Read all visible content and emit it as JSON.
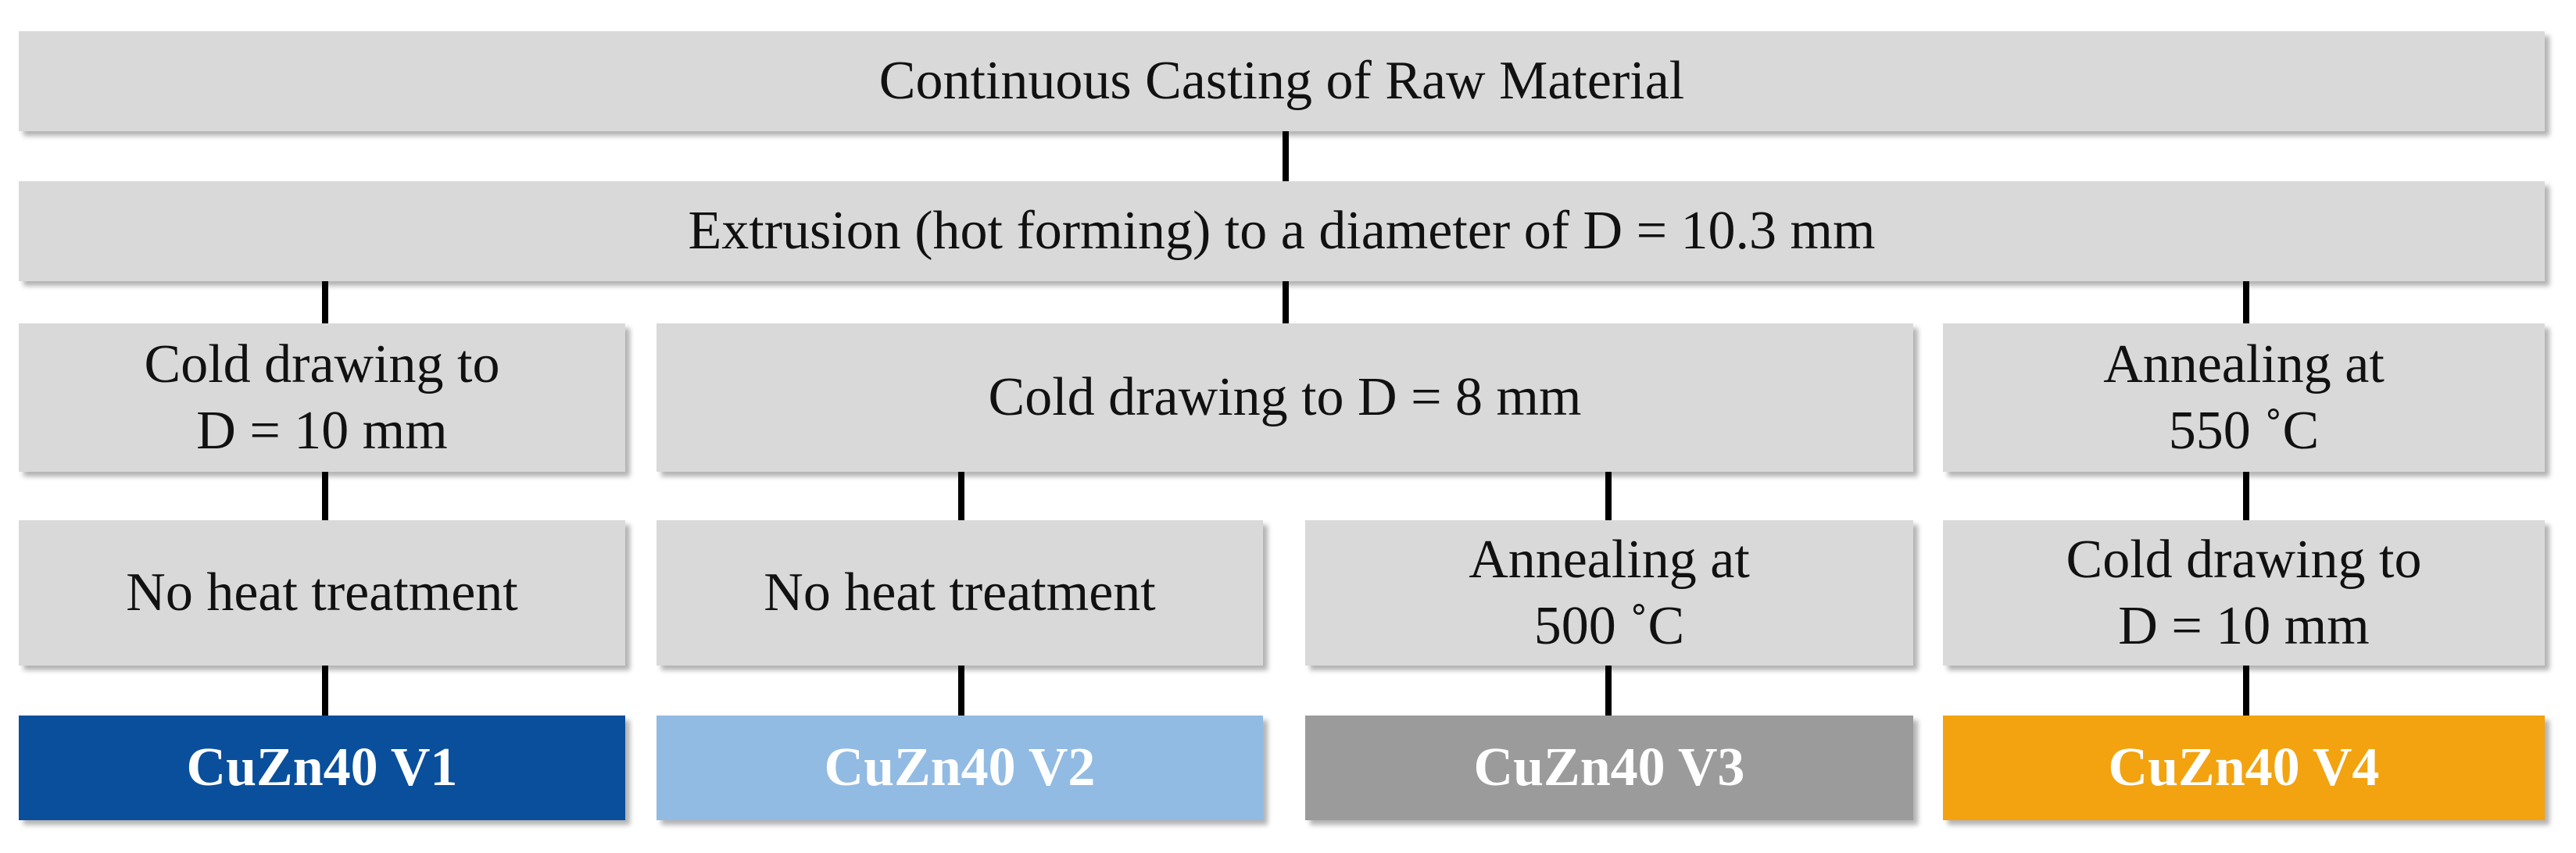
{
  "steps": {
    "casting": "Continuous Casting of Raw Material",
    "extrusion": "Extrusion (hot forming) to a diameter of D = 10.3 mm",
    "v1_drawing": {
      "line1": "Cold drawing to",
      "line2": "D = 10 mm"
    },
    "v23_drawing": "Cold drawing to D = 8 mm",
    "v4_annealing": {
      "line1": "Annealing at",
      "line2": "550 ˚C"
    },
    "v1_treatment": "No heat treatment",
    "v2_treatment": "No heat treatment",
    "v3_annealing": {
      "line1": "Annealing at",
      "line2": "500 ˚C"
    },
    "v4_drawing": {
      "line1": "Cold drawing to",
      "line2": "D = 10 mm"
    }
  },
  "variants": [
    {
      "label": "CuZn40 V1",
      "color": "#0a4f9c"
    },
    {
      "label": "CuZn40 V2",
      "color": "#92bbe3"
    },
    {
      "label": "CuZn40 V3",
      "color": "#9b9b9b"
    },
    {
      "label": "CuZn40 V4",
      "color": "#f2a30f"
    }
  ]
}
